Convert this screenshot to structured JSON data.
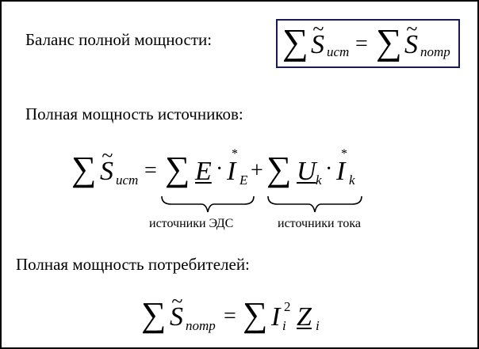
{
  "balance": {
    "heading": "Баланс полной мощности:",
    "sum": "∑",
    "S": "S",
    "tilde": "~",
    "sub_src": "ист",
    "eq": "=",
    "sub_cons": "потр"
  },
  "sources": {
    "heading": "Полная мощность источников:",
    "sum": "∑",
    "S": "S",
    "tilde": "~",
    "sub_src": "ист",
    "eq": "=",
    "E": "E",
    "dot": "·",
    "I": "I",
    "star": "*",
    "subE": "E",
    "plus": "+",
    "U": "U",
    "k": "k",
    "label_emf": "источники ЭДС",
    "label_current": "источники тока"
  },
  "consumers": {
    "heading": "Полная мощность потребителей:",
    "sum": "∑",
    "S": "S",
    "tilde": "~",
    "sub_cons": "потр",
    "eq": "=",
    "I": "I",
    "i": "i",
    "sq": "2",
    "Z": "Z"
  }
}
